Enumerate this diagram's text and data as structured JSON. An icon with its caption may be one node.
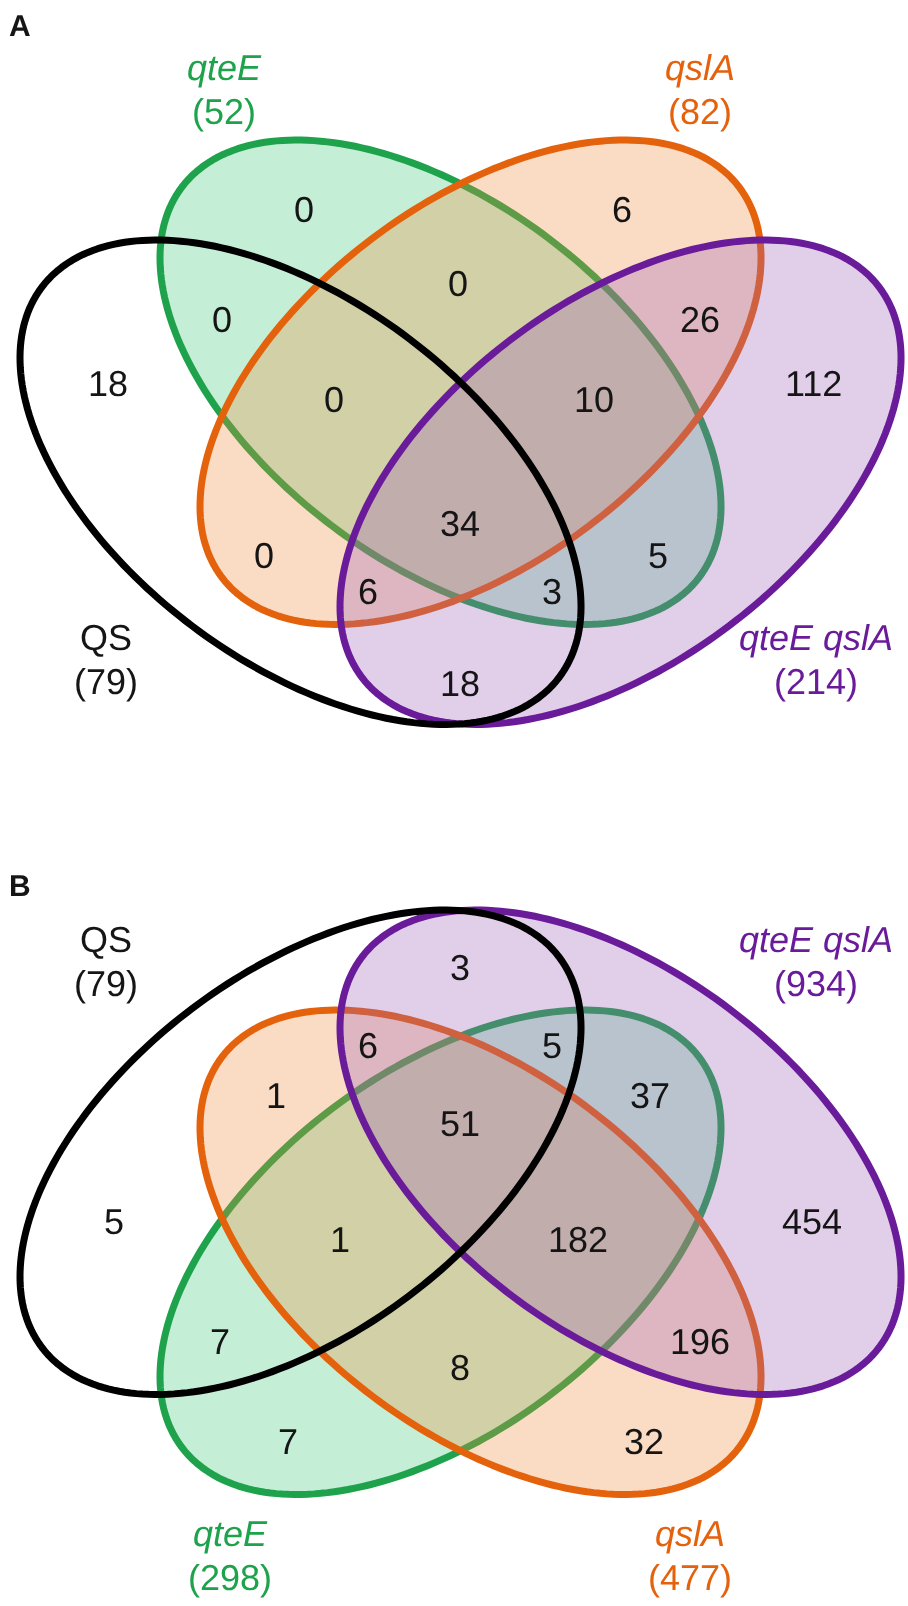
{
  "diagram": {
    "nodes": [
      {
        "text": [
          "*qteE* (52)"
        ]
      },
      {
        "text": [
          "*qslA* (82)"
        ]
      },
      {
        "text": [
          "QS (79)"
        ]
      },
      {
        "text": [
          "*qteE qslA* (214)"
        ]
      },
      {
        "text": [
          "QS (79)"
        ]
      },
      {
        "text": [
          "*qteE qslA* (934)"
        ]
      },
      {
        "text": [
          "*qteE* (298)"
        ]
      },
      {
        "text": [
          "*qslA* (477)"
        ]
      }
    ],
    "labels": [
      "A",
      "0",
      "6",
      "0",
      "0",
      "26",
      "18",
      "0",
      "10",
      "112",
      "34",
      "0",
      "5",
      "6",
      "3",
      "18",
      "B",
      "3",
      "6",
      "5",
      "1",
      "37",
      "51",
      "5",
      "1",
      "182",
      "454",
      "7",
      "196",
      "8",
      "7",
      "32"
    ]
  }
}
